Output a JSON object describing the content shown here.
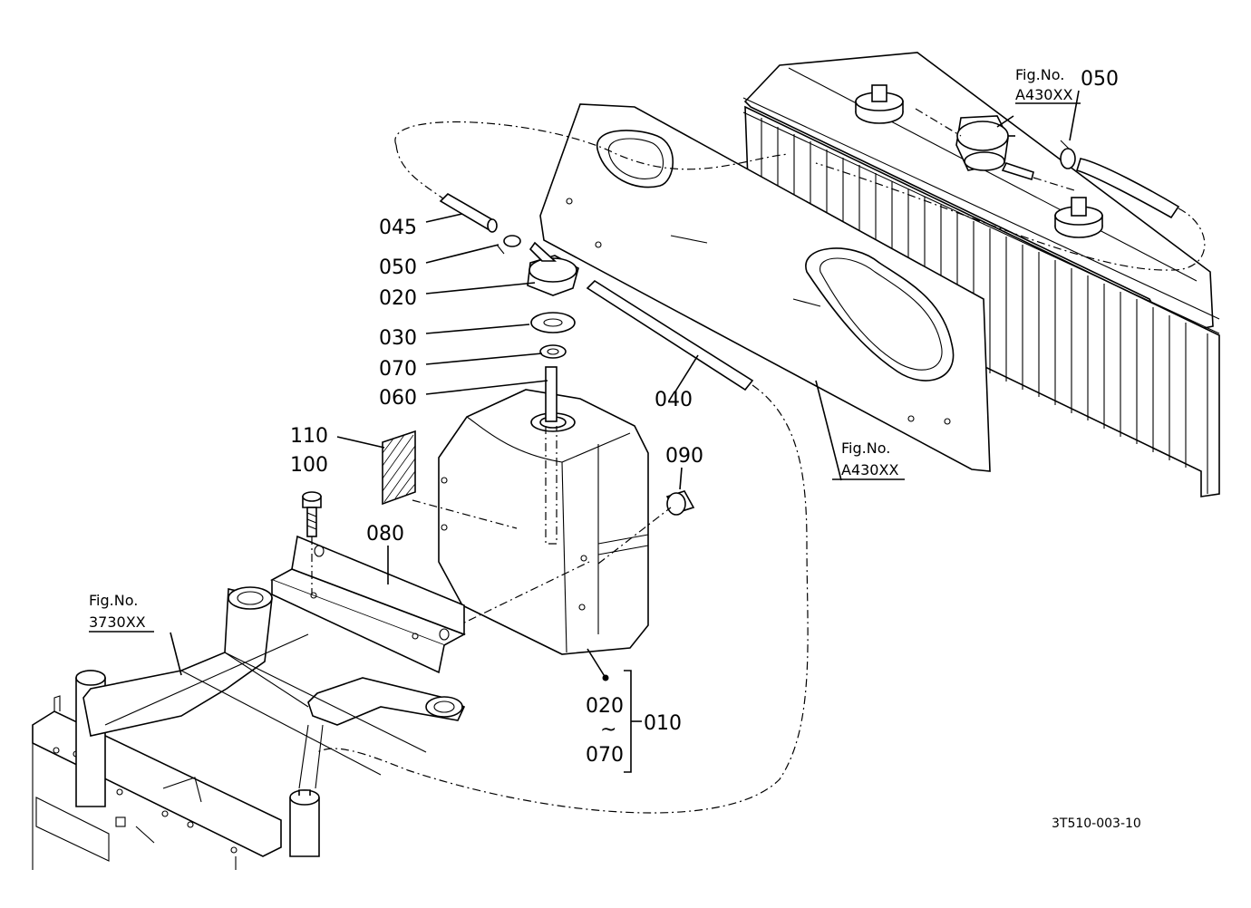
{
  "callouts": {
    "c045": "045",
    "c050_left": "050",
    "c020": "020",
    "c030": "030",
    "c070": "070",
    "c060": "060",
    "c040": "040",
    "c110": "110",
    "c100": "100",
    "c080": "080",
    "c090": "090",
    "c050_right": "050",
    "set_start": "020",
    "set_tilde": "~",
    "set_end": "070",
    "set_parent": "010"
  },
  "fig_refs": {
    "top_right": {
      "label": "Fig.No.",
      "number": "A430XX"
    },
    "middle_right": {
      "label": "Fig.No.",
      "number": "A430XX"
    },
    "left": {
      "label": "Fig.No.",
      "number": "3730XX"
    }
  },
  "drawing_code": "3T510-003-10"
}
